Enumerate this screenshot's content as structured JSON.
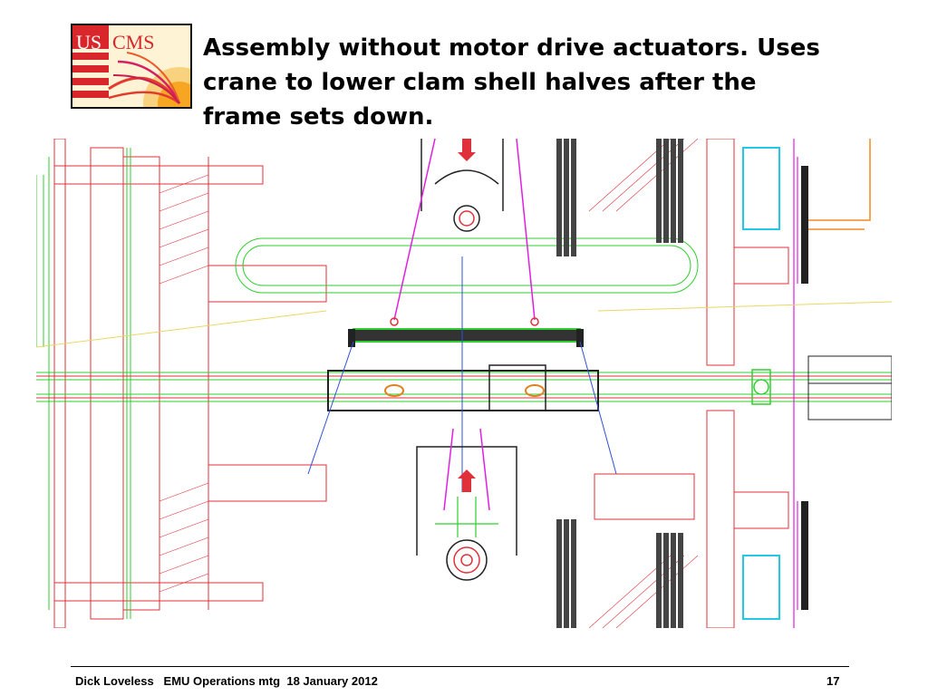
{
  "slide": {
    "title": "Assembly without motor drive actuators.  Uses crane to lower clam shell halves after the frame sets down.",
    "logo": {
      "text_us": "US",
      "text_cms": "CMS",
      "colors": {
        "stripe_red": "#d8262b",
        "stripe_white": "#ffffff",
        "sun": "#f6a623",
        "burst": "#e23b2e"
      }
    },
    "drawing": {
      "icon": "technical-drawing",
      "colors": {
        "red": "#e0303a",
        "green": "#2fcf2f",
        "blue": "#3050d8",
        "magenta": "#e020e0",
        "cyan": "#22c8e8",
        "dark": "#222222",
        "orange": "#f08a20"
      }
    },
    "footer": {
      "left": "Dick Loveless   EMU Operations mtg  18 January 2012",
      "page": "17"
    }
  }
}
